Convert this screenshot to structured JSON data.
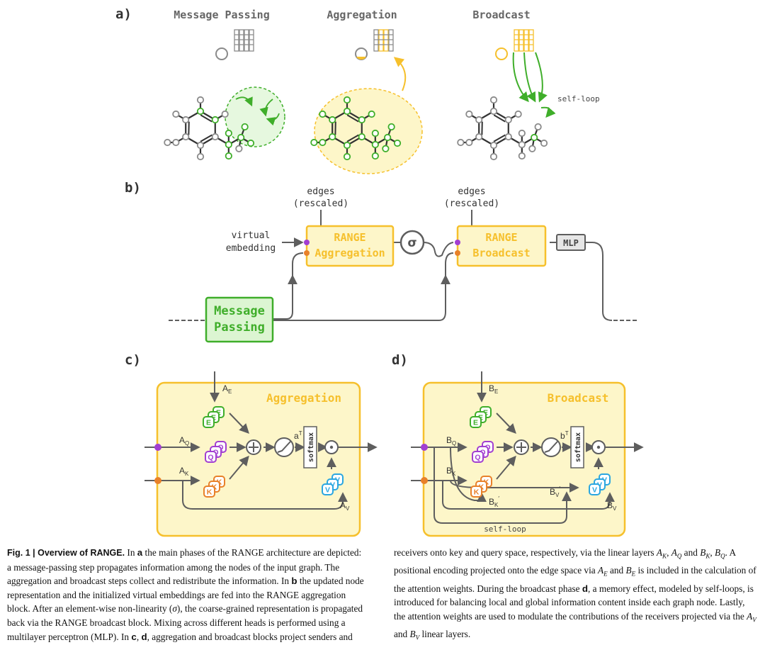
{
  "colors": {
    "gray": "#5e5e5e",
    "node_gray": "#8a8a8a",
    "green": "#3fae2a",
    "green_fill": "#dcf5d2",
    "yellow": "#f6c02c",
    "yellow_fill": "#fdf6c9",
    "purple": "#a23fd1",
    "orange": "#e8812a",
    "blue": "#2aa6e0"
  },
  "panel_a": {
    "label": "a)",
    "message_passing_title": "Message Passing",
    "aggregation_title": "Aggregation",
    "broadcast_title": "Broadcast",
    "self_loop_label": "self-loop"
  },
  "panel_b": {
    "label": "b)",
    "edges_label_1": "edges",
    "rescaled_label_1": "(rescaled)",
    "edges_label_2": "edges",
    "rescaled_label_2": "(rescaled)",
    "virtual_label": "virtual",
    "embedding_label": "embedding",
    "range_agg_line1": "RANGE",
    "range_agg_line2": "Aggregation",
    "sigma": "σ",
    "range_bc_line1": "RANGE",
    "range_bc_line2": "Broadcast",
    "mlp": "MLP",
    "mp_line1": "Message",
    "mp_line2": "Passing"
  },
  "panel_c": {
    "label": "c)",
    "title": "Aggregation",
    "a_e": "A",
    "a_e_sub": "E",
    "a_q": "A",
    "a_q_sub": "Q",
    "a_k": "A",
    "a_k_sub": "K",
    "a_v": "A",
    "a_v_sub": "V",
    "a_t": "a",
    "a_t_sup": "T",
    "softmax": "softmax",
    "e_letter": "E",
    "q_letter": "Q",
    "k_letter": "K",
    "v_letter": "V"
  },
  "panel_d": {
    "label": "d)",
    "title": "Broadcast",
    "b_e": "B",
    "b_e_sub": "E",
    "b_q": "B",
    "b_q_sub": "Q",
    "b_k": "B",
    "b_k_sub": "K",
    "b_k_prime": "B",
    "b_k_prime_sub": "K",
    "b_v_prime": "B",
    "b_v_prime_sub": "V",
    "b_v": "B",
    "b_v_sub": "V",
    "b_t": "b",
    "b_t_sup": "T",
    "softmax": "softmax",
    "self_loop": "self-loop",
    "e_letter": "E",
    "q_letter": "Q",
    "k_letter": "K",
    "v_letter": "V"
  },
  "caption": {
    "fig_label": "Fig. 1",
    "separator": " | ",
    "title": "Overview of RANGE.",
    "left_text": " In a the main phases of the RANGE architecture are depicted: a message-passing step propagates information among the nodes of the input graph. The aggregation and broadcast steps collect and redistribute the information. In b the updated node representation and the initialized virtual embeddings are fed into the RANGE aggregation block. After an element-wise non-linearity (σ), the coarse-grained representation is propagated back via the RANGE broadcast block. Mixing across different heads is performed using a multilayer perceptron (MLP). In c, d, aggregation and broadcast blocks project senders and",
    "right_text": "receivers onto key and query space, respectively, via the linear layers A_K, A_Q and B_K, B_Q. A positional encoding projected onto the edge space via A_E and B_E is included in the calculation of the attention weights. During the broadcast phase d, a memory effect, modeled by self-loops, is introduced for balancing local and global information content inside each graph node. Lastly, the attention weights are used to modulate the contributions of the receivers projected via the A_V and B_V linear layers."
  }
}
